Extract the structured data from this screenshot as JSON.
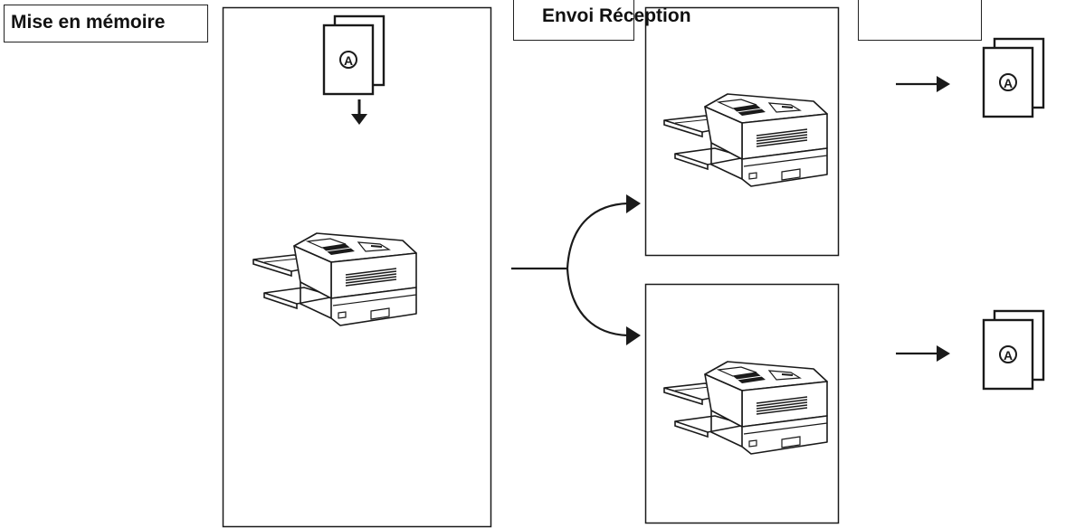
{
  "labels": {
    "store": "Mise en mémoire",
    "send_receive": "Envoi Réception",
    "third": ""
  },
  "document_mark": "A",
  "icons": [
    "document-stack-icon",
    "fax-machine-icon",
    "arrow-down-icon",
    "arrow-right-icon",
    "branch-arrow-icon"
  ],
  "colors": {
    "stroke": "#1a1a1a",
    "background": "#ffffff"
  }
}
